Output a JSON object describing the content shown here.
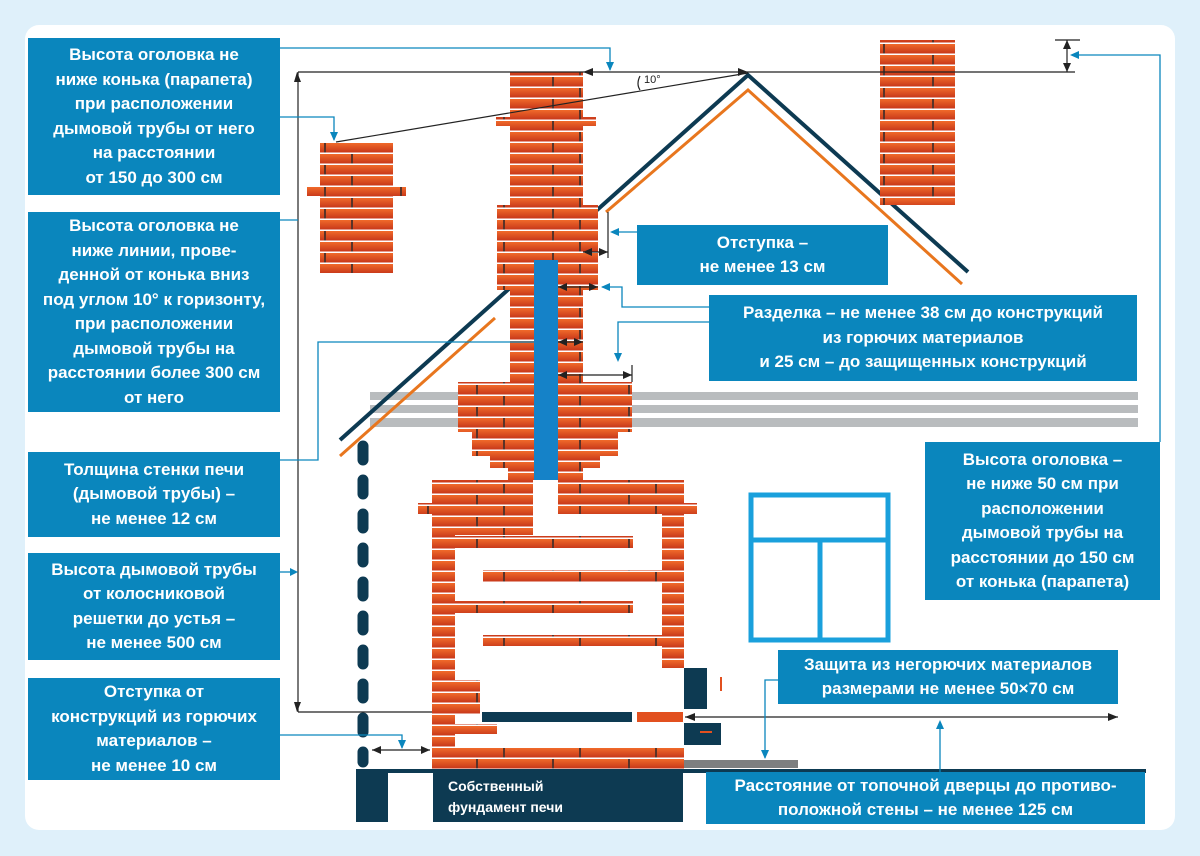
{
  "colors": {
    "box": "#0a86bd",
    "navy": "#0d3a52",
    "brick": "#e2501f",
    "orange": "#e8761e",
    "flue": "#1582c8",
    "window": "#1aa0dc",
    "background": "#dff0fa"
  },
  "angle_label": "10°",
  "callouts": {
    "head_150_300": "Высота оголовка не\nниже конька (парапета)\nпри расположении\nдымовой трубы от него\nна расстоянии\nот 150 до 300 см",
    "head_over_300": "Высота оголовка не\nниже линии, прове-\nденной от конька вниз\nпод углом 10° к горизонту,\nпри расположении\nдымовой трубы на\nрасстоянии более 300 см\nот него",
    "wall_thickness": "Толщина стенки печи\n(дымовой трубы) –\nне менее 12 см",
    "chimney_height": "Высота дымовой трубы\nот колосниковой\nрешетки до устья –\nне менее 500 см",
    "offset_10": "Отступка от\nконструкций из горючих\nматериалов –\nне менее 10 см",
    "offset_13": "Отступка –\nне менее 13 см",
    "razdelka": "Разделка – не менее 38 см до конструкций\nиз горючих материалов\nи 25 см – до защищенных конструкций",
    "head_under_150": "Высота оголовка –\nне ниже 50 см при\nрасположении\nдымовой трубы на\nрасстоянии до 150 см\nот конька (парапета)",
    "protection": "Защита из негорючих материалов\nразмерами не менее 50×70 см",
    "door_distance": "Расстояние от топочной дверцы до противо-\nположной стены – не менее 125 см"
  },
  "foundation_label": "Собственный\nфундамент печи"
}
